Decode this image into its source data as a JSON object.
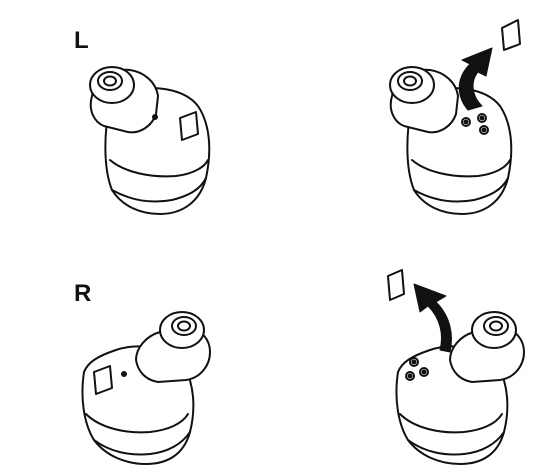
{
  "labels": {
    "left": "L",
    "right": "R"
  },
  "colors": {
    "stroke": "#111111",
    "fill": "#ffffff",
    "arrow": "#111111"
  },
  "figures": [
    {
      "name": "earbud-left-with-film"
    },
    {
      "name": "earbud-left-film-removed"
    },
    {
      "name": "earbud-right-with-film"
    },
    {
      "name": "earbud-right-film-removed"
    }
  ]
}
